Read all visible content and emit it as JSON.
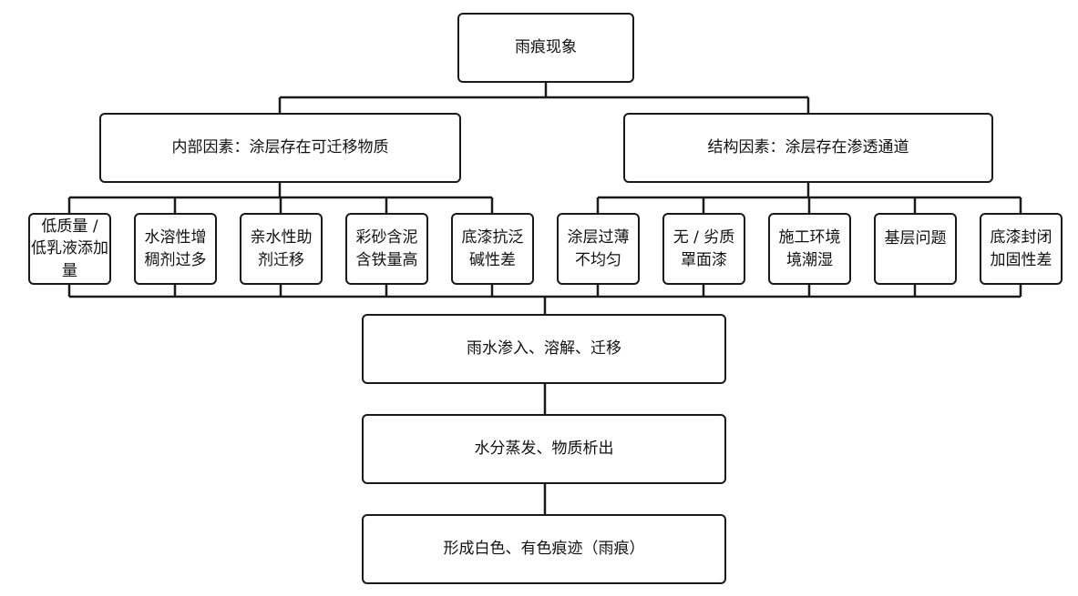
{
  "diagram": {
    "root": "雨痕现象",
    "categories": {
      "internal": "内部因素：涂层存在可迁移物质",
      "structural": "结构因素：涂层存在渗透通道"
    },
    "internal_causes": [
      "低质量 /\n低乳液添加量",
      "水溶性增\n稠剂过多",
      "亲水性助\n剂迁移",
      "彩砂含泥\n含铁量高",
      "底漆抗泛\n碱性差"
    ],
    "structural_causes": [
      "涂层过薄\n不均匀",
      "无 / 劣质\n罩面漆",
      "施工环境\n境潮湿",
      "基层问题",
      "底漆封闭\n加固性差"
    ],
    "process": [
      "雨水渗入、溶解、迁移",
      "水分蒸发、物质析出",
      "形成白色、有色痕迹（雨痕）"
    ],
    "colors": {
      "line": "#1a1a1a",
      "background": "#ffffff"
    }
  }
}
